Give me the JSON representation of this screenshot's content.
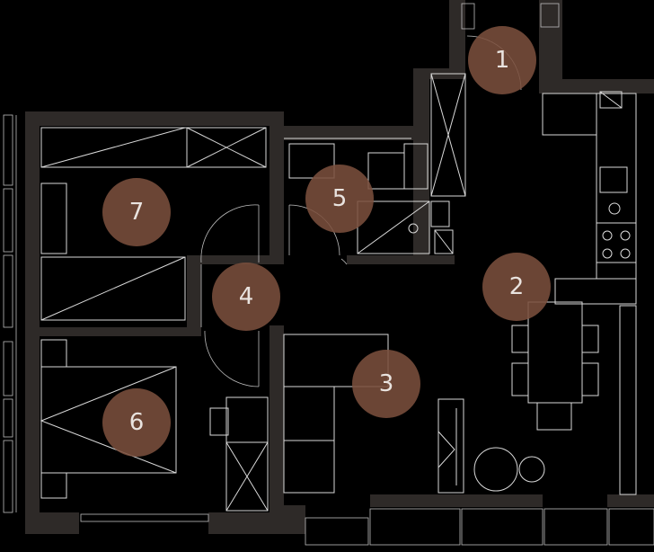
{
  "colors": {
    "background": "#000000",
    "wall": "#2e2a28",
    "lines": "#d9d9d9",
    "badge": "#7a4e3c",
    "badge_text": "#e9e3df"
  },
  "rooms": [
    {
      "id": "room-1",
      "label": "1"
    },
    {
      "id": "room-2",
      "label": "2"
    },
    {
      "id": "room-3",
      "label": "3"
    },
    {
      "id": "room-4",
      "label": "4"
    },
    {
      "id": "room-5",
      "label": "5"
    },
    {
      "id": "room-6",
      "label": "6"
    },
    {
      "id": "room-7",
      "label": "7"
    }
  ]
}
